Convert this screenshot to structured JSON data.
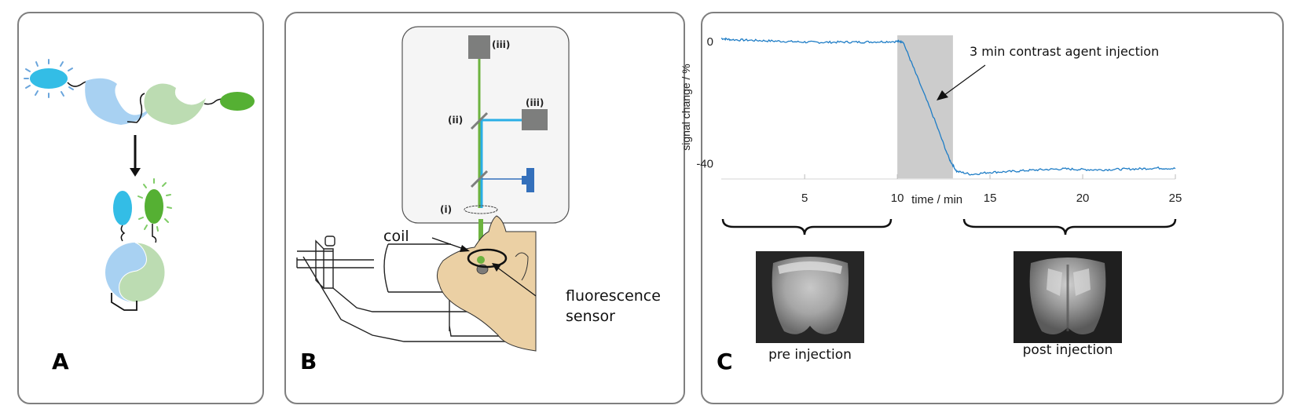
{
  "panels": {
    "a": {
      "letter": "A",
      "colors": {
        "donor_fluorophore": "#33bde6",
        "acceptor_fluorophore": "#55b033",
        "donor_domain": "#a8d1f2",
        "acceptor_domain": "#bcdcb2",
        "linker": "#111111"
      }
    },
    "b": {
      "letter": "B",
      "optics_labels": {
        "detector_top": "(iii)",
        "detector_side": "(iii)",
        "dichroic": "(ii)",
        "lens": "(i)"
      },
      "annotations": {
        "coil": "coil",
        "sensor_line1": "fluorescence",
        "sensor_line2": "sensor"
      },
      "colors": {
        "green_beam": "#6db33f",
        "blue_beam": "#29aee6",
        "detector": "#7d7e7d",
        "light_source": "#3470bb",
        "animal": "#ebd0a4",
        "optics_box": "#f5f5f5"
      }
    },
    "c": {
      "letter": "C",
      "annotation": "3 min contrast agent injection",
      "images": [
        {
          "caption": "pre injection"
        },
        {
          "caption": "post injection"
        }
      ]
    }
  },
  "chart_data": {
    "type": "line",
    "title": "",
    "xlabel": "time / min",
    "ylabel": "signal change / %",
    "xlim": [
      0.5,
      25
    ],
    "ylim": [
      -45,
      2
    ],
    "x_ticks": [
      5,
      10,
      15,
      20,
      25
    ],
    "y_ticks": [
      0,
      -40
    ],
    "grid": false,
    "shaded_region": {
      "x_start": 10,
      "x_end": 13,
      "label": "3 min contrast agent injection",
      "color": "#cccccc"
    },
    "series": [
      {
        "name": "signal change",
        "color": "#1f7dc6",
        "points": [
          [
            0.5,
            1.0
          ],
          [
            1,
            0.6
          ],
          [
            2,
            0.4
          ],
          [
            3,
            0.2
          ],
          [
            4,
            0.0
          ],
          [
            5,
            -0.2
          ],
          [
            6,
            -0.3
          ],
          [
            7,
            -0.2
          ],
          [
            8,
            -0.2
          ],
          [
            9,
            -0.1
          ],
          [
            10,
            0.0
          ],
          [
            10.3,
            0.0
          ],
          [
            11,
            -10.5
          ],
          [
            12,
            -25.5
          ],
          [
            12.8,
            -38.5
          ],
          [
            13.2,
            -42.5
          ],
          [
            14,
            -43.5
          ],
          [
            15,
            -42.8
          ],
          [
            16,
            -42.6
          ],
          [
            17,
            -42.2
          ],
          [
            18,
            -41.9
          ],
          [
            19,
            -41.7
          ],
          [
            20,
            -41.9
          ],
          [
            21,
            -42.0
          ],
          [
            22,
            -41.8
          ],
          [
            23,
            -41.7
          ],
          [
            24,
            -41.4
          ],
          [
            25,
            -41.6
          ]
        ]
      }
    ]
  }
}
